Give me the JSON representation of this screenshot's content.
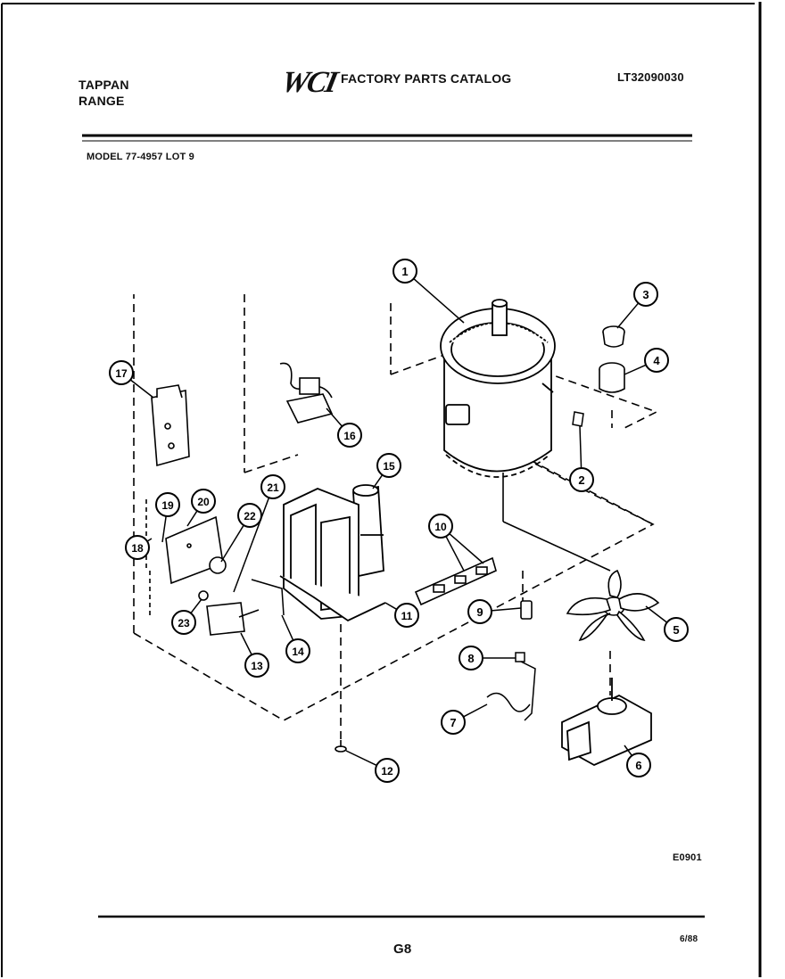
{
  "header": {
    "brand_line1": "TAPPAN",
    "brand_line2": "RANGE",
    "logo": "WCI",
    "catalog_title": "FACTORY PARTS CATALOG",
    "catalog_number": "LT32090030",
    "model_line": "MODEL 77-4957  LOT 9"
  },
  "callouts": [
    "1",
    "2",
    "3",
    "4",
    "5",
    "6",
    "7",
    "8",
    "9",
    "10",
    "11",
    "12",
    "13",
    "14",
    "15",
    "16",
    "17",
    "18",
    "19",
    "20",
    "21",
    "22",
    "23"
  ],
  "footer": {
    "drawing_code": "E0901",
    "page": "G8",
    "date": "6/88"
  }
}
